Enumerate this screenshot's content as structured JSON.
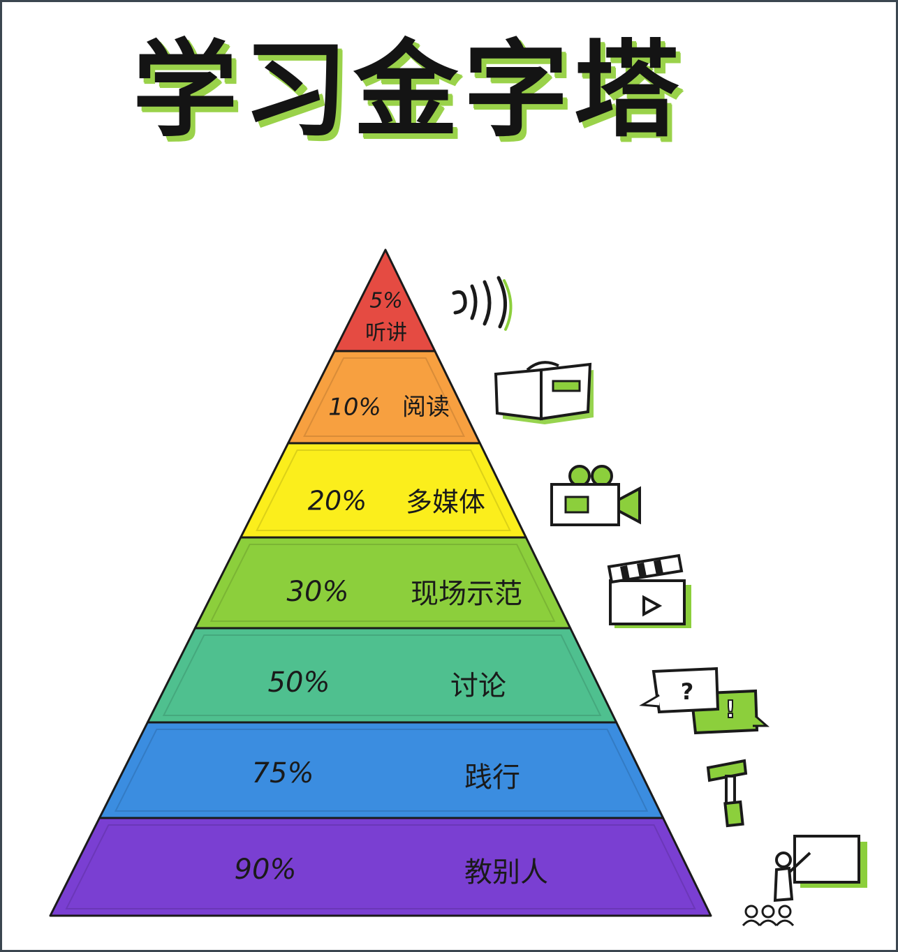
{
  "title": "学习金字塔",
  "levels": [
    {
      "percent": "5%",
      "label": "听讲",
      "color": "#e54b42",
      "icon": "sound-icon"
    },
    {
      "percent": "10%",
      "label": "阅读",
      "color": "#f7a040",
      "icon": "book-icon"
    },
    {
      "percent": "20%",
      "label": "多媒体",
      "color": "#fbee1c",
      "icon": "video-camera-icon"
    },
    {
      "percent": "30%",
      "label": "现场示范",
      "color": "#8ccf3c",
      "icon": "clapperboard-icon"
    },
    {
      "percent": "50%",
      "label": "讨论",
      "color": "#4fc08f",
      "icon": "speech-bubbles-icon"
    },
    {
      "percent": "75%",
      "label": "践行",
      "color": "#3b8de0",
      "icon": "hammer-icon"
    },
    {
      "percent": "90%",
      "label": "教别人",
      "color": "#7a3fd2",
      "icon": "teacher-board-icon"
    }
  ]
}
